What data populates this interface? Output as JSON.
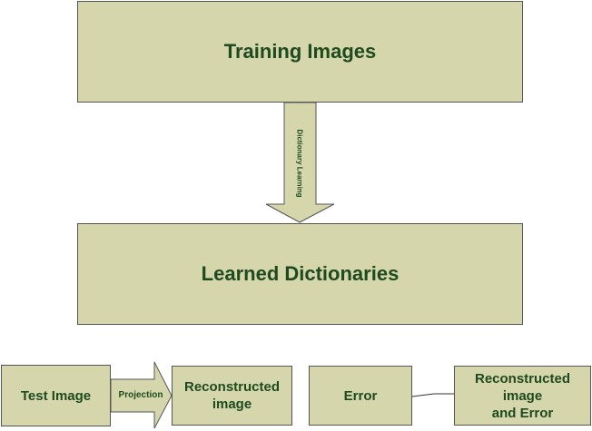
{
  "diagram": {
    "training_images": "Training Images",
    "dictionary_learning": "Dictionary Learning",
    "learned_dictionaries": "Learned Dictionaries",
    "test_image": "Test Image",
    "projection": "Projection",
    "reconstructed_image": "Reconstructed\nimage",
    "error": "Error",
    "reconstructed_image_and_error": "Reconstructed\nimage\nand Error"
  },
  "colors": {
    "box_fill": "#d6d6ad",
    "text": "#1e4a1e",
    "border": "#555555"
  }
}
